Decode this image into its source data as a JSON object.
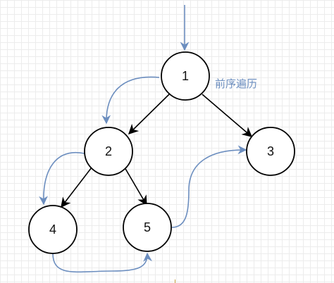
{
  "diagram": {
    "nodes": [
      {
        "id": "n1",
        "label": "1"
      },
      {
        "id": "n2",
        "label": "2"
      },
      {
        "id": "n3",
        "label": "3"
      },
      {
        "id": "n4",
        "label": "4"
      },
      {
        "id": "n5",
        "label": "5"
      }
    ],
    "edges": [
      {
        "from": "n1",
        "to": "n2"
      },
      {
        "from": "n1",
        "to": "n3"
      },
      {
        "from": "n2",
        "to": "n4"
      },
      {
        "from": "n2",
        "to": "n5"
      }
    ],
    "annotation": "前序遍历",
    "colors": {
      "node_stroke": "#000000",
      "edge": "#000000",
      "traversal": "#6c8ebf",
      "annotation": "#6c8ebf",
      "grid": "#ececec"
    }
  }
}
